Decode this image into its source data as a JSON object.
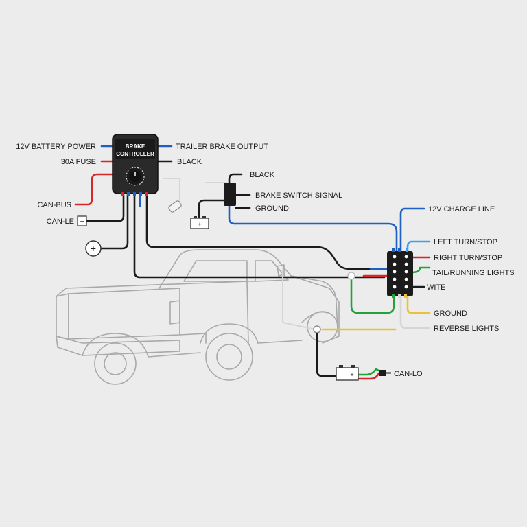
{
  "controller": {
    "title_line1": "BRAKE",
    "title_line2": "CONTROLLER"
  },
  "labels": {
    "battery_power": "12V BATTERY POWER",
    "fuse": "30A FUSE",
    "trailer_brake_output": "TRAILER BRAKE OUTPUT",
    "black_controller": "BLACK",
    "can_bus": "CAN-BUS",
    "can_le": "CAN-LE",
    "black_switch": "BLACK",
    "brake_switch_signal": "BRAKE SWITCH SIGNAL",
    "ground_switch": "GROUND",
    "charge_line": "12V CHARGE LINE",
    "left_turn": "LEFT TURN/STOP",
    "right_turn": "RIGHT TURN/STOP",
    "tail_running": "TAIL/RUNNING LIGHTS",
    "wite": "WITE",
    "ground_connector": "GROUND",
    "reverse_lights": "REVERSE LIGHTS",
    "can_lo": "CAN-LO"
  },
  "symbols": {
    "plus": "+",
    "minus": "−",
    "plus_terminal": "+"
  },
  "colors": {
    "blue_wire": "#1f5fc4",
    "red_wire": "#d62828",
    "black_wire": "#1b1b1b",
    "green_wire": "#22a33a",
    "yellow_wire": "#e8c23a",
    "light_blue_wire": "#3aa0e8",
    "truck_outline": "#a9a9a9",
    "background": "#ececec"
  },
  "icons": [
    "battery-icon",
    "plus-circle-icon",
    "connector-block-icon",
    "controller-knob-icon",
    "brake-pedal-icon"
  ]
}
